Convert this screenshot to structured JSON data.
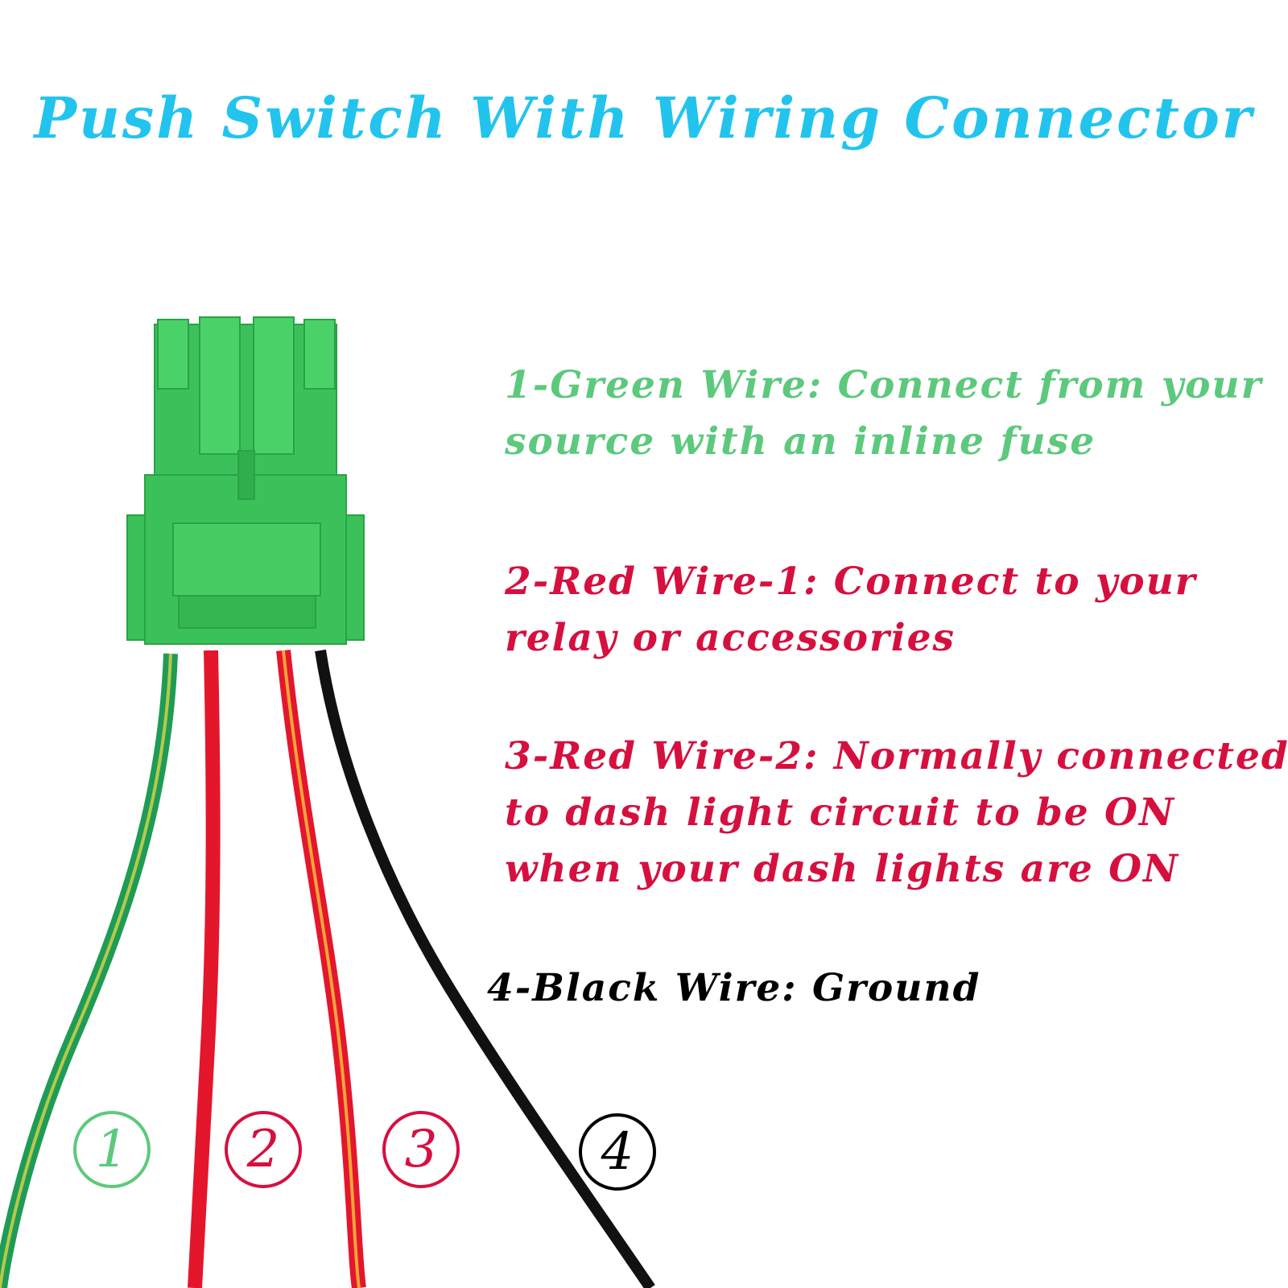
{
  "title": "Push Switch With Wiring Connector",
  "colors": {
    "title": "#22c4ee",
    "green_text": "#5cc97c",
    "red_text": "#d5103f",
    "black_text": "#000000",
    "connector": "#3cc15a",
    "wire_green": "#1e9c56",
    "wire_red": "#e4162c",
    "wire_black": "#111111"
  },
  "wires": [
    {
      "number": "1",
      "lines": [
        "1-Green Wire: Connect from your",
        "source with an inline fuse"
      ]
    },
    {
      "number": "2",
      "lines": [
        "2-Red Wire-1: Connect to your",
        "relay or accessories"
      ]
    },
    {
      "number": "3",
      "lines": [
        "3-Red Wire-2: Normally connected",
        "to dash light circuit to be ON",
        "when your dash lights are ON"
      ]
    },
    {
      "number": "4",
      "lines": [
        "4-Black Wire: Ground"
      ]
    }
  ]
}
